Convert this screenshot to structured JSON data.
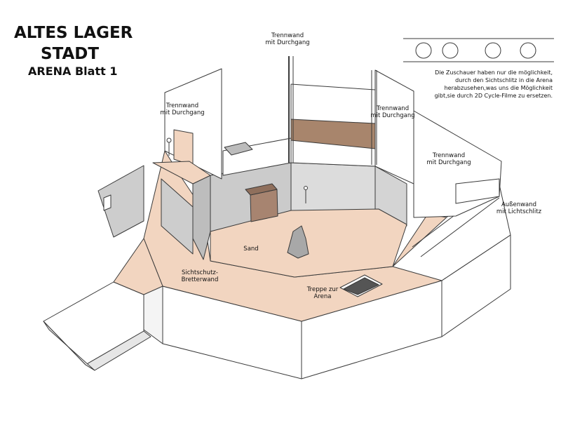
{
  "title": {
    "line1": "ALTES LAGER",
    "line2": "STADT",
    "line3": "ARENA Blatt 1"
  },
  "labels": {
    "trennwand_top_1": "Trennwand",
    "trennwand_top_2": "mit Durchgang",
    "trennwand_left_1": "Trennwand",
    "trennwand_left_2": "mit Durchgang",
    "trennwand_mid_1": "Trennwand",
    "trennwand_mid_2": "mit Durchgang",
    "trennwand_right_1": "Trennwand",
    "trennwand_right_2": "mit Durchgang",
    "aussenwand_1": "Außenwand",
    "aussenwand_2": "mit Lichtschlitz",
    "sand": "Sand",
    "sichtschutz_1": "Sichtschutz-",
    "sichtschutz_2": "Bretterwand",
    "treppe_1": "Treppe zur",
    "treppe_2": "Arena"
  },
  "note": {
    "line1": "Die Zuschauer haben nur die möglichkeit,",
    "line2": "durch den Sichtschlitz in die Arena",
    "line3": "herabzusehen,was uns die Möglichkeit",
    "line4": "gibt,sie durch 2D Cycle-Filme zu ersetzen."
  },
  "colors": {
    "floor": "#f2d5c0",
    "floor_dark": "#e8c2a4",
    "wall_grey": "#cbcbcb",
    "wall_white": "#ffffff",
    "stripe_brown": "#a8856c",
    "board_brown": "#a78470",
    "line": "#3a3a3a"
  }
}
